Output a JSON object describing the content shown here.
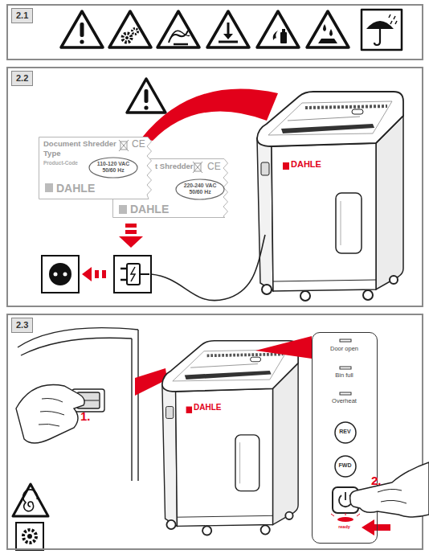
{
  "diagram": {
    "nodes": [
      {
        "text": [
          "2.1"
        ]
      },
      {
        "text": [
          "2.2"
        ]
      },
      {
        "text": [
          "Document Shredder",
          "Type",
          "Product-Code",
          "CE",
          "DAHLE"
        ],
        "in": 1
      },
      {
        "text": [
          "110-120 VAC 50/60 Hz"
        ],
        "in": 2
      },
      {
        "text": [
          "t Shredder",
          "CE",
          "DAHLE"
        ],
        "in": 1
      },
      {
        "text": [
          "220-240 VAC 50/60 Hz"
        ],
        "in": 4
      },
      {
        "text": [
          "2.3"
        ]
      },
      {
        "text": [
          "Door open",
          "Bin full",
          "Overheat",
          "ready"
        ],
        "in": 6
      },
      {
        "text": [
          "REV"
        ],
        "in": 7
      },
      {
        "text": [
          "FWD"
        ],
        "in": 7
      }
    ],
    "labels": [
      "DAHLE",
      "1.",
      "DAHLE",
      "2."
    ]
  }
}
